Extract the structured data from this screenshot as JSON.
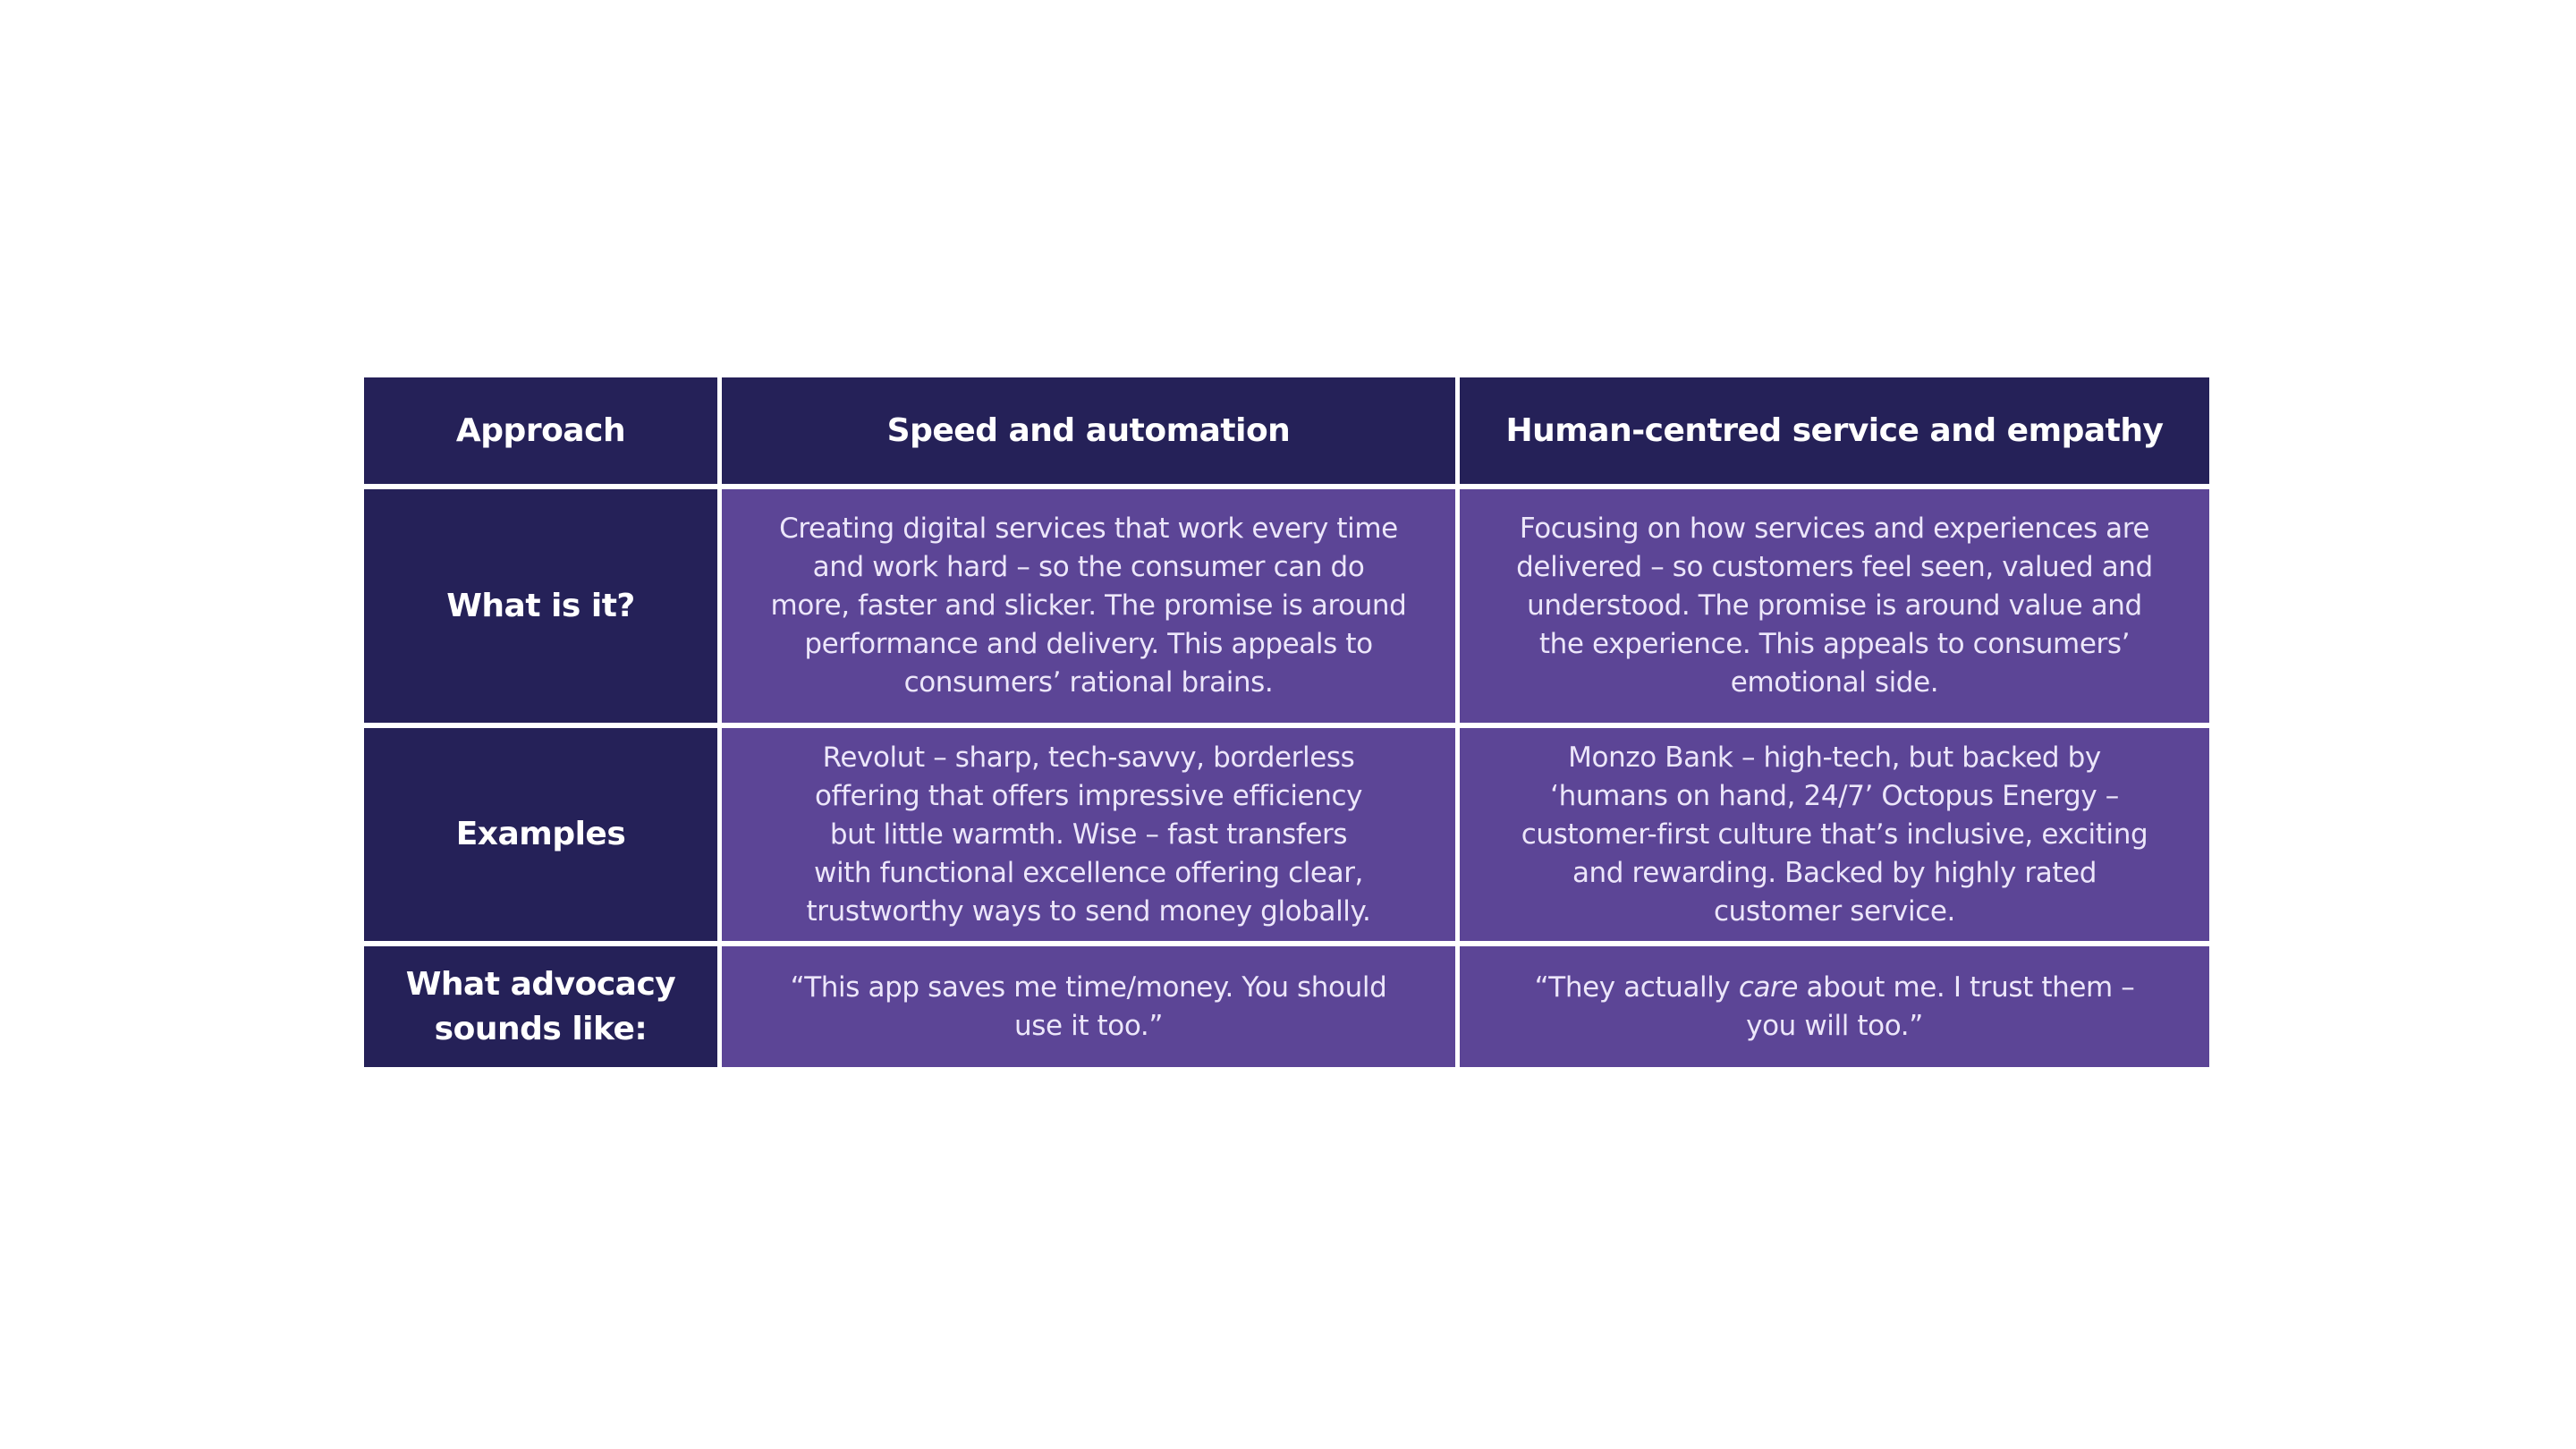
{
  "table": {
    "headers": [
      "Approach",
      "Speed and automation",
      "Human-centred service and empathy"
    ],
    "rows": [
      {
        "label": "What is it?",
        "speed_lines": [
          "Creating digital services that work every time",
          "and work hard – so the consumer can do",
          "more, faster and slicker. The promise is around",
          "performance and delivery. This appeals to",
          "consumers’ rational brains."
        ],
        "human_lines": [
          "Focusing on how services and experiences are",
          "delivered – so customers feel seen, valued and",
          "understood. The promise is around value and",
          "the experience. This appeals to consumers’",
          "emotional side."
        ]
      },
      {
        "label": "Examples",
        "speed_lines": [
          "Revolut – sharp, tech-savvy, borderless",
          "offering that offers impressive efficiency",
          "but little warmth. Wise – fast transfers",
          "with functional excellence offering clear,",
          "trustworthy ways to send money globally."
        ],
        "human_lines": [
          "Monzo Bank – high-tech, but backed by",
          "‘humans on hand, 24/7’ Octopus Energy –",
          "customer-first culture that’s inclusive, exciting",
          "and rewarding. Backed by highly rated",
          "customer service."
        ]
      },
      {
        "label_lines": [
          "What advocacy",
          "sounds like:"
        ],
        "speed_lines": [
          "“This app saves me time/money. You should",
          "use it too.”"
        ],
        "human_line1_pre": "“They actually ",
        "human_line1_em": "care",
        "human_line1_post": " about me. I trust them –",
        "human_line2": "you will too.”"
      }
    ]
  },
  "colors": {
    "header_bg": "#252158",
    "label_bg": "#252158",
    "body_bg": "#5c4596",
    "body_text": "#ece6fa",
    "grid_lines": "#ffffff"
  }
}
